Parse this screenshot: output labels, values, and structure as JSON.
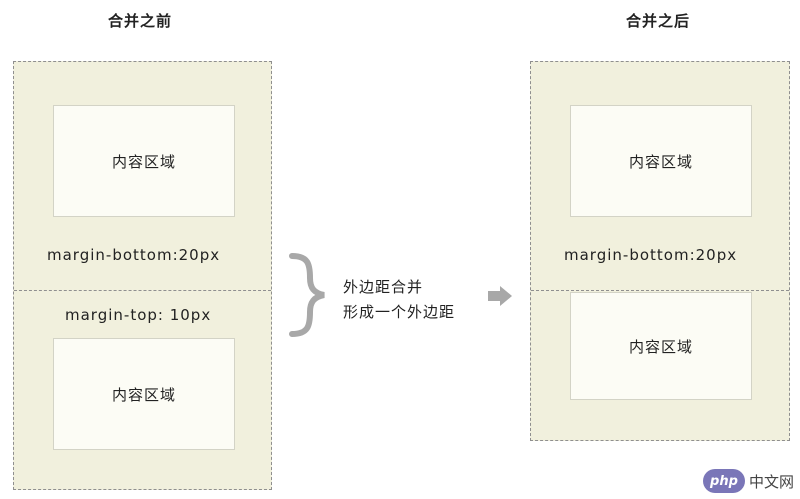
{
  "headings": {
    "before": "合并之前",
    "after": "合并之后"
  },
  "before": {
    "top_box_label": "内容区域",
    "margin_bottom_label": "margin-bottom:20px",
    "margin_top_label": "margin-top: 10px",
    "bottom_box_label": "内容区域"
  },
  "middle": {
    "line1": "外边距合并",
    "line2": "形成一个外边距"
  },
  "after": {
    "top_box_label": "内容区域",
    "margin_bottom_label": "margin-bottom:20px",
    "bottom_box_label": "内容区域"
  },
  "watermark": {
    "logo_text": "php",
    "site_text": "中文网"
  },
  "colors": {
    "outer_fill": "#f1f0dd",
    "content_fill": "#fcfcf5",
    "dashed_border": "#8f8f8f",
    "brace_arrow": "#a8a8a8",
    "watermark_logo": "#7a76b8"
  }
}
